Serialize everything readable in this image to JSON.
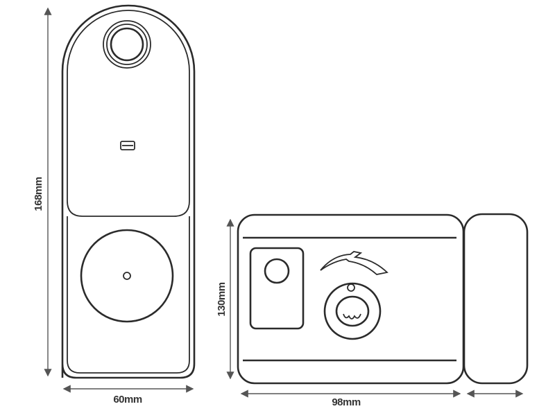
{
  "dimensions": {
    "front_height": "168mm",
    "front_width": "60mm",
    "lock_height": "130mm",
    "lock_width": "98mm"
  },
  "colors": {
    "line": "#2b2b2b",
    "background": "#ffffff"
  }
}
